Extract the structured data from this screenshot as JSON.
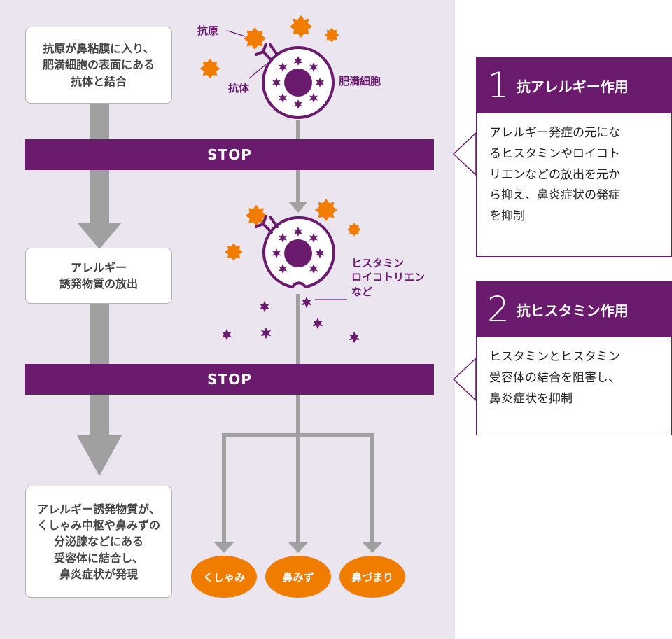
{
  "flow": {
    "step1": "抗原が鼻粘膜に入り、\n肥満細胞の表面にある\n抗体と結合",
    "step2": "アレルギー\n誘発物質の放出",
    "step3": "アレルギー誘発物質が、\nくしゃみ中枢や鼻みずの\n分泌腺などにある\n受容体に結合し、\n鼻炎症状が発現",
    "stop1": "STOP",
    "stop2": "STOP"
  },
  "labels": {
    "antigen": "抗原",
    "antibody": "抗体",
    "mast_cell": "肥満細胞",
    "mediators": "ヒスタミン\nロイコトリエン\nなど"
  },
  "symptoms": [
    "くしゃみ",
    "鼻みず",
    "鼻づまり"
  ],
  "cards": [
    {
      "number": "1",
      "title": "抗アレルギー作用",
      "body": "アレルギー発症の元にな\nるヒスタミンやロイコト\nリエンなどの放出を元か\nら抑え、鼻炎症状の発症\nを抑制"
    },
    {
      "number": "2",
      "title": "抗ヒスタミン作用",
      "body": "ヒスタミンとヒスタミン\n受容体の結合を阻害し、\n鼻炎症状を抑制"
    }
  ],
  "colors": {
    "purple": "#6a1b6e",
    "orange": "#f07c00",
    "gray": "#a0a0a0",
    "panel": "#ebe5ef"
  },
  "icons": [
    "antigen-star-icon",
    "mast-cell-icon",
    "histamine-granule-icon",
    "antibody-icon",
    "arrow-down-icon"
  ]
}
